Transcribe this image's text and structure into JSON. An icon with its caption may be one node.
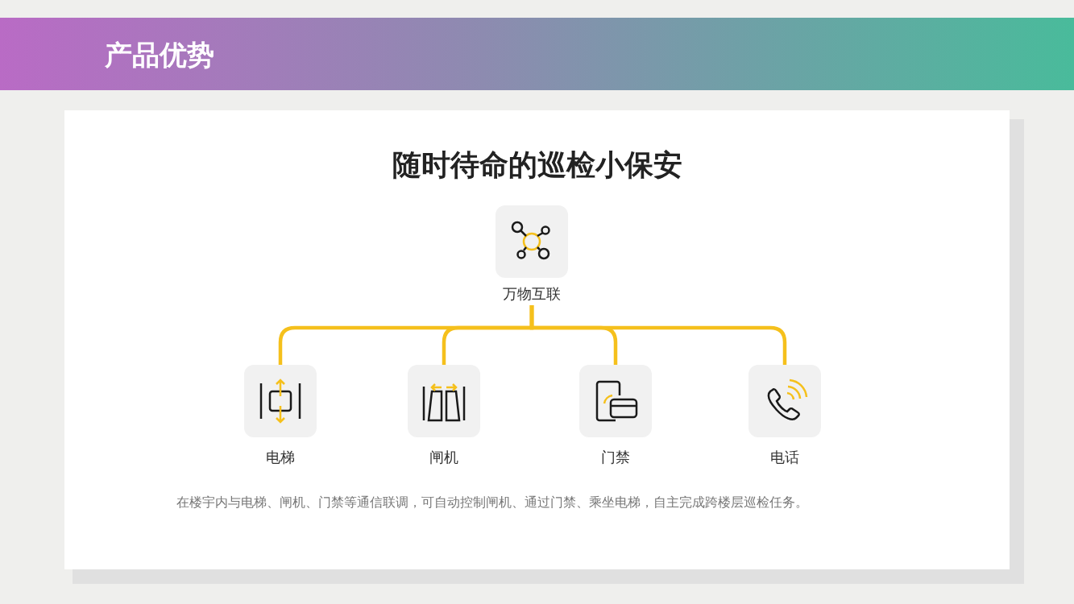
{
  "diagram": {
    "title": "随时待命的巡检小保安",
    "nodes": [
      {
        "text": [
          "万物互联"
        ]
      },
      {
        "text": [
          "电梯"
        ]
      },
      {
        "text": [
          "闸机"
        ]
      },
      {
        "text": [
          "门禁"
        ]
      },
      {
        "text": [
          "电话"
        ]
      }
    ],
    "edges": [
      {
        "from": 0,
        "to": 1,
        "arrow": "none"
      },
      {
        "from": 0,
        "to": 2,
        "arrow": "none"
      },
      {
        "from": 0,
        "to": 3,
        "arrow": "none"
      },
      {
        "from": 0,
        "to": 4,
        "arrow": "none"
      }
    ],
    "labels": [
      "产品优势"
    ],
    "caption": "在楼宇内与电梯、闸机、门禁等通信联调，可自动控制闸机、通过门禁、乘坐电梯，自主完成跨楼层巡检任务。"
  }
}
